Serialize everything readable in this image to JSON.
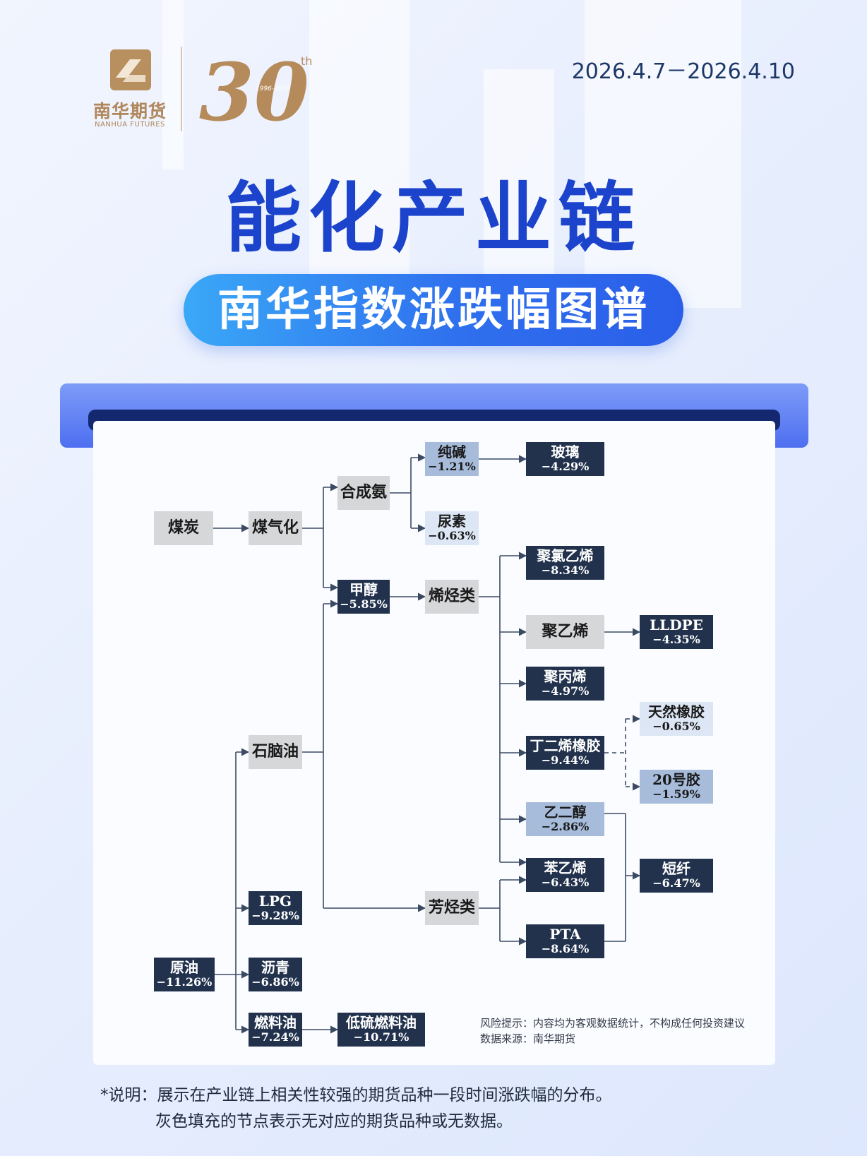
{
  "brand": {
    "name_cn": "南华期货",
    "name_en": "NANHUA FUTURES",
    "anniversary_number": "30",
    "anniversary_suffix": "th",
    "anniversary_years": "1996-2026"
  },
  "header": {
    "date_range": "2026.4.7－2026.4.10",
    "title": "能化产业链",
    "subtitle": "南华指数涨跌幅图谱"
  },
  "colors": {
    "title_blue": "#1b43cc",
    "node_dark": "#22324d",
    "node_gray": "#d6d7d9",
    "node_pale": "#dde6f4",
    "node_mid": "#a7bcdb",
    "brand_gold": "#b0865a"
  },
  "nodes": {
    "meitan": {
      "name": "煤炭",
      "change": ""
    },
    "meiqihua": {
      "name": "煤气化",
      "change": ""
    },
    "hechengan": {
      "name": "合成氨",
      "change": ""
    },
    "chunjian": {
      "name": "纯碱",
      "change": "−1.21%"
    },
    "boli": {
      "name": "玻璃",
      "change": "−4.29%"
    },
    "niaosu": {
      "name": "尿素",
      "change": "−0.63%"
    },
    "jiachun": {
      "name": "甲醇",
      "change": "−5.85%"
    },
    "xitinglei": {
      "name": "烯烃类",
      "change": ""
    },
    "pvc": {
      "name": "聚氯乙烯",
      "change": "−8.34%"
    },
    "juyixi": {
      "name": "聚乙烯",
      "change": ""
    },
    "lldpe": {
      "name": "LLDPE",
      "change": "−4.35%"
    },
    "jubingxi": {
      "name": "聚丙烯",
      "change": "−4.97%"
    },
    "tianranxiangjiao": {
      "name": "天然橡胶",
      "change": "−0.65%"
    },
    "dingerxi": {
      "name": "丁二烯橡胶",
      "change": "−9.44%"
    },
    "hao20": {
      "name": "20号胶",
      "change": "−1.59%"
    },
    "yierchun": {
      "name": "乙二醇",
      "change": "−2.86%"
    },
    "shinaoyou": {
      "name": "石脑油",
      "change": ""
    },
    "benyixi": {
      "name": "苯乙烯",
      "change": "−6.43%"
    },
    "duanxian": {
      "name": "短纤",
      "change": "−6.47%"
    },
    "lpg": {
      "name": "LPG",
      "change": "−9.28%"
    },
    "fangtinglei": {
      "name": "芳烃类",
      "change": ""
    },
    "pta": {
      "name": "PTA",
      "change": "−8.64%"
    },
    "yuanyou": {
      "name": "原油",
      "change": "−11.26%"
    },
    "liqing": {
      "name": "沥青",
      "change": "−6.86%"
    },
    "ranliaoyou": {
      "name": "燃料油",
      "change": "−7.24%"
    },
    "diliu": {
      "name": "低硫燃料油",
      "change": "−10.71%"
    }
  },
  "footer": {
    "risk_note": "风险提示：内容均为客观数据统计，不构成任何投资建议",
    "source": "数据来源：南华期货",
    "note_line1": "*说明：展示在产业链上相关性较强的期货品种一段时间涨跌幅的分布。",
    "note_line2": "灰色填充的节点表示无对应的期货品种或无数据。"
  }
}
